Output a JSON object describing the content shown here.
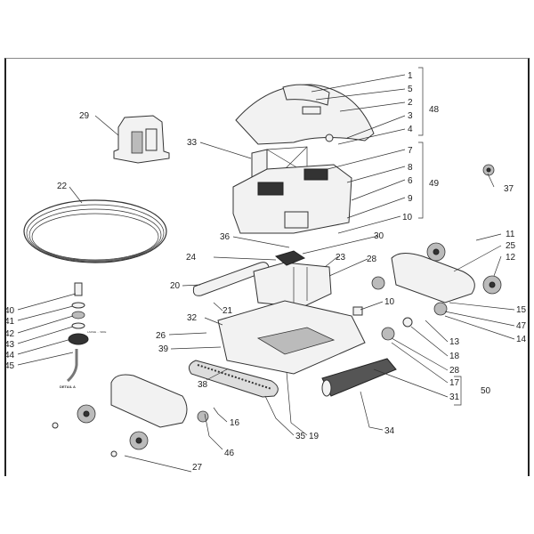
{
  "diagram": {
    "type": "exploded-parts-diagram",
    "subject": "robotic pool cleaner",
    "callouts": [
      "1",
      "5",
      "2",
      "3",
      "4",
      "48",
      "7",
      "8",
      "6",
      "9",
      "10",
      "49",
      "29",
      "33",
      "37",
      "22",
      "36",
      "30",
      "24",
      "23",
      "28",
      "11",
      "25",
      "12",
      "20",
      "21",
      "10",
      "15",
      "47",
      "14",
      "32",
      "26",
      "13",
      "39",
      "18",
      "28",
      "17",
      "50",
      "31",
      "40",
      "41",
      "42",
      "43",
      "44",
      "45",
      "38",
      "16",
      "35",
      "19",
      "34",
      "46",
      "27"
    ],
    "groups": [
      {
        "label": "48",
        "members": [
          "1",
          "5",
          "2",
          "3",
          "4"
        ]
      },
      {
        "label": "49",
        "members": [
          "7",
          "8",
          "6",
          "9",
          "10"
        ]
      },
      {
        "label": "50",
        "members": [
          "17",
          "31"
        ]
      }
    ],
    "detail_caption": "DETAIL A",
    "detail_note": "LARGE ... SIDE"
  }
}
